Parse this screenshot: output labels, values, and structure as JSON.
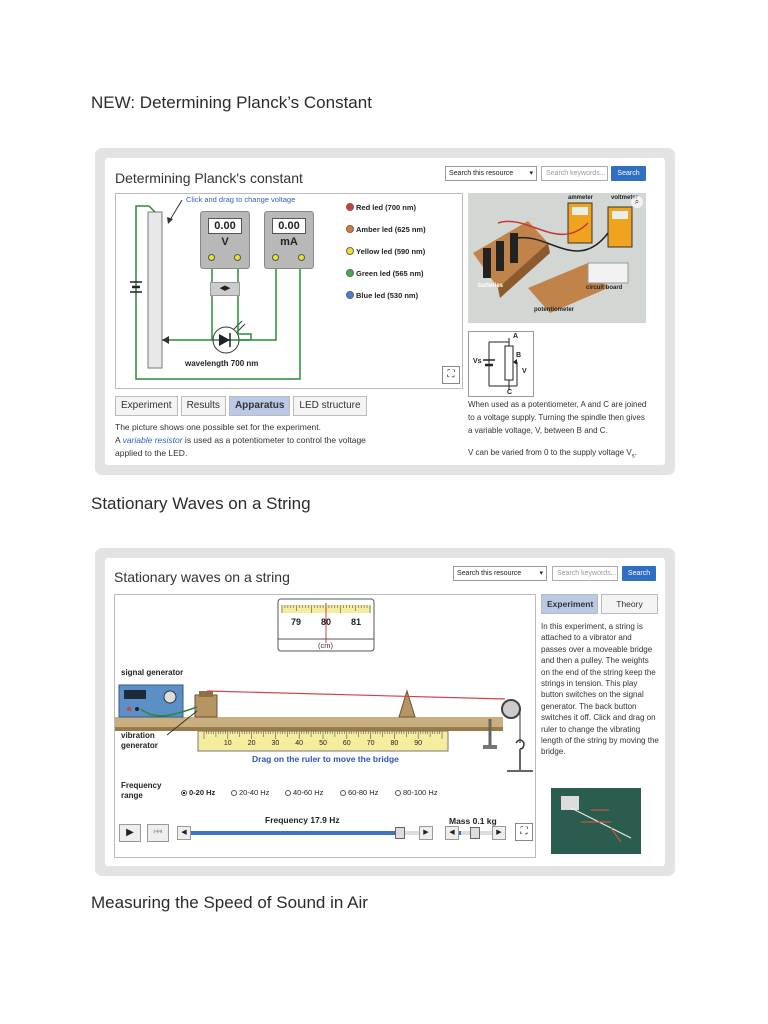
{
  "headings": {
    "planck": "NEW: Determining Planck’s Constant",
    "stationary": "Stationary Waves on a String",
    "sound": "Measuring the Speed of Sound in Air"
  },
  "planck": {
    "title": "Determining Planck's constant",
    "search_select": "Search this resource",
    "search_placeholder": "Search keywords...",
    "search_button": "Search",
    "drag_hint": "Click and drag to change voltage",
    "voltmeter_value": "0.00",
    "voltmeter_unit": "V",
    "ammeter_value": "0.00",
    "ammeter_unit": "mA",
    "wavelength_label": "wavelength 700 nm",
    "leds": [
      {
        "label": "Red led (700 nm)",
        "color": "#d93b2b"
      },
      {
        "label": "Amber led (625 nm)",
        "color": "#e07a2a"
      },
      {
        "label": "Yellow led (590 nm)",
        "color": "#f0e12a"
      },
      {
        "label": "Green led (565 nm)",
        "color": "#3ab04a"
      },
      {
        "label": "Blue led (530 nm)",
        "color": "#4a78d6"
      }
    ],
    "tabs": [
      "Experiment",
      "Results",
      "Apparatus",
      "LED structure"
    ],
    "active_tab": "Apparatus",
    "desc_line1": "The picture shows one possible set for the experiment.",
    "desc_line2_pre": "A ",
    "desc_line2_link": "variable resistor",
    "desc_line2_post": " is used as a potentiometer to control the voltage",
    "desc_line3": "applied to the LED.",
    "photo_labels": {
      "ammeter": "ammeter",
      "voltmeter": "voltmeter",
      "batteries": "batteries",
      "circuit_board": "circuit board",
      "potentiometer": "potentiometer"
    },
    "pot_labels": {
      "a": "A",
      "b": "B",
      "c": "C",
      "v": "V",
      "vs": "Vs"
    },
    "right_text_1": "When used as a potentiometer, A and C are joined to a voltage supply. Turning the spindle then gives a variable voltage, V, between B and C.",
    "right_text_2": "V can be varied from 0 to the supply voltage V",
    "right_text_2_sub": "s",
    "right_text_2_end": "."
  },
  "stationary": {
    "title": "Stationary waves on a string",
    "search_select": "Search this resource",
    "search_placeholder": "Search keywords...",
    "search_button": "Search",
    "tabs": [
      "Experiment",
      "Theory"
    ],
    "active_tab": "Experiment",
    "scale_labels": [
      "79",
      "80",
      "81"
    ],
    "scale_unit": "(cm)",
    "signal_generator": "signal generator",
    "vibration_generator_1": "vibration",
    "vibration_generator_2": "generator",
    "ruler_ticks": [
      "10",
      "20",
      "30",
      "40",
      "50",
      "60",
      "70",
      "80",
      "90"
    ],
    "ruler_hint": "Drag on the ruler to move the bridge",
    "freq_range_label_1": "Frequency",
    "freq_range_label_2": "range",
    "freq_ranges": [
      "0-20 Hz",
      "20-40 Hz",
      "40-60 Hz",
      "60-80 Hz",
      "80-100 Hz"
    ],
    "freq_selected": "0-20 Hz",
    "frequency_label": "Frequency 17.9 Hz",
    "mass_label": "Mass 0.1 kg",
    "frequency_slider": 0.9,
    "mass_slider": 0.3,
    "theory_text": "In this experiment, a string is attached to a vibrator and passes over a moveable bridge and then a pulley. The weights on the end of the string keep the strings in tension. This play button switches on the signal generator. The back button switches it off. Click and drag on ruler to change the vibrating length of the string by moving the bridge."
  }
}
